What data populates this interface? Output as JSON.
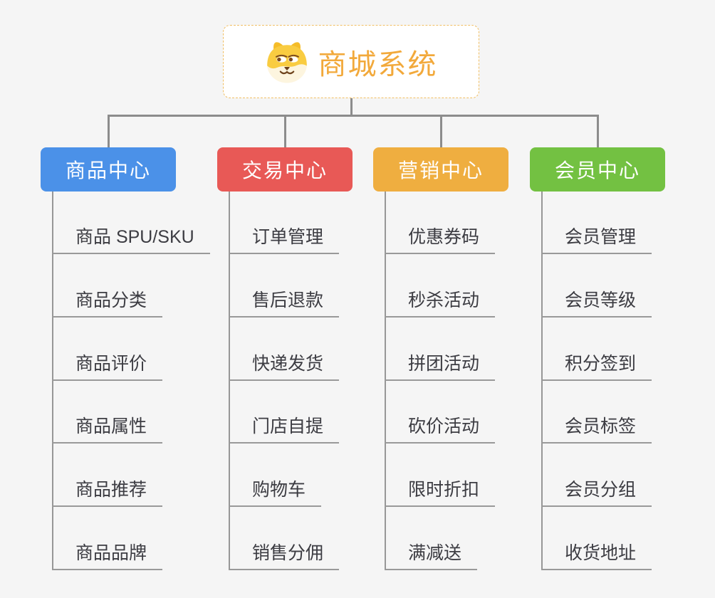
{
  "root": {
    "title": "商城系统",
    "icon": "dog-face-icon",
    "title_color": "#F2A93B",
    "border_color": "#F0BE62"
  },
  "connector_color": "#8C8C8C",
  "background_color": "#F5F5F5",
  "branches": [
    {
      "label": "商品中心",
      "color": "#4B91E8",
      "children": [
        "商品 SPU/SKU",
        "商品分类",
        "商品评价",
        "商品属性",
        "商品推荐",
        "商品品牌"
      ]
    },
    {
      "label": "交易中心",
      "color": "#E85956",
      "children": [
        "订单管理",
        "售后退款",
        "快递发货",
        "门店自提",
        "购物车",
        "销售分佣"
      ]
    },
    {
      "label": "营销中心",
      "color": "#EFAE40",
      "children": [
        "优惠券码",
        "秒杀活动",
        "拼团活动",
        "砍价活动",
        "限时折扣",
        "满减送"
      ]
    },
    {
      "label": "会员中心",
      "color": "#73C142",
      "children": [
        "会员管理",
        "会员等级",
        "积分签到",
        "会员标签",
        "会员分组",
        "收货地址"
      ]
    }
  ]
}
